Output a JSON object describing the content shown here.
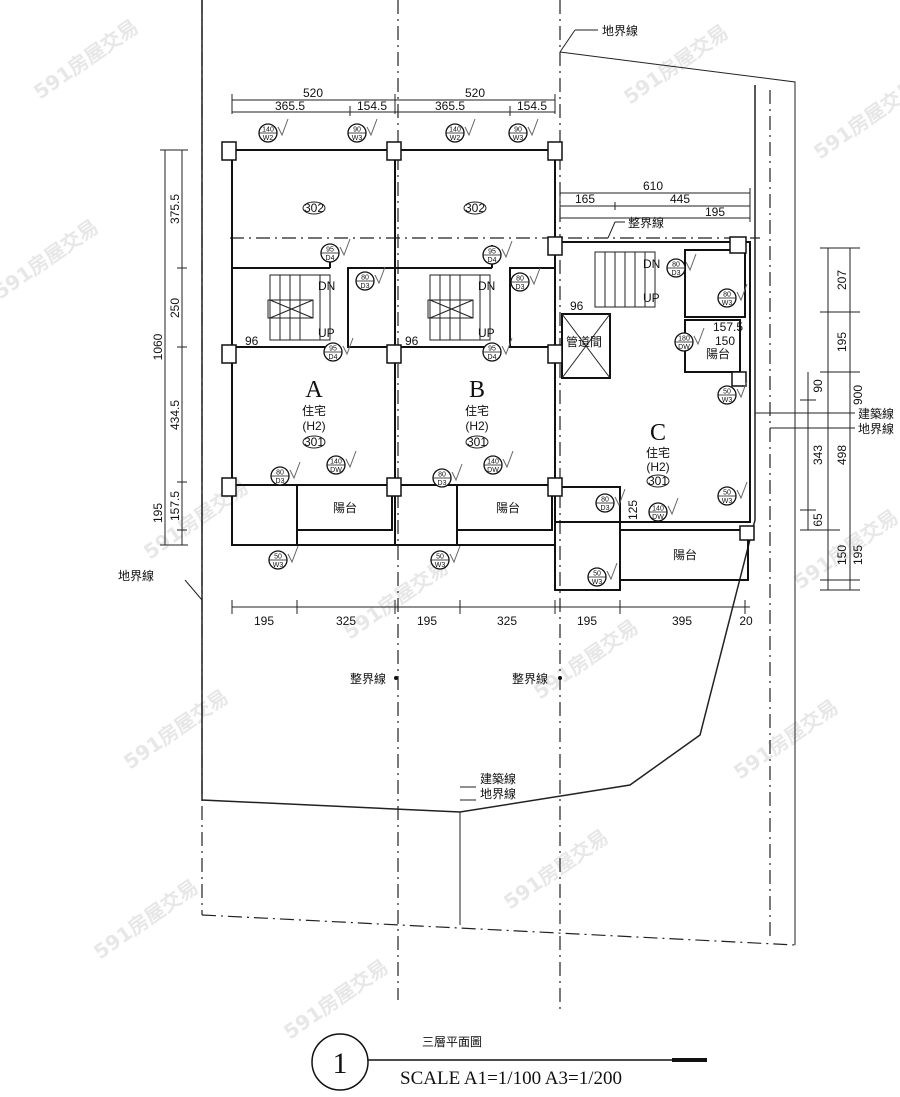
{
  "title": "三層平面圖",
  "drawing_number": "1",
  "scale": "SCALE  A1=1/100  A3=1/200",
  "watermark": "591房屋交易",
  "lines": {
    "lot_line_top": "地界線",
    "lot_line_left": "地界線",
    "adjust_line_c": "整界線",
    "adjust_line_1": "整界線",
    "adjust_line_2": "整界線",
    "building_line_right": "建築線",
    "lot_line_right": "地界線",
    "building_line_bottom": "建築線",
    "lot_line_bottom": "地界線"
  },
  "units": [
    {
      "letter": "A",
      "use": "住宅",
      "code": "(H2)",
      "room": "301",
      "rear_room": "302",
      "balcony": "陽台"
    },
    {
      "letter": "B",
      "use": "住宅",
      "code": "(H2)",
      "room": "301",
      "rear_room": "302",
      "balcony": "陽台"
    },
    {
      "letter": "C",
      "use": "住宅",
      "code": "(H2)",
      "room": "301",
      "balcony": "陽台",
      "small_balcony": "陽台"
    }
  ],
  "shaft": "管道間",
  "stairs": {
    "dn": "DN",
    "up": "UP",
    "landing": "96"
  },
  "dimensions": {
    "top_a": [
      "520",
      "365.5",
      "154.5"
    ],
    "top_b": [
      "520",
      "365.5",
      "154.5"
    ],
    "top_c": [
      "610",
      "165",
      "445",
      "195"
    ],
    "left_total": "1060",
    "left": [
      "375.5",
      "250",
      "434.5",
      "195",
      "157.5"
    ],
    "bottom": [
      "195",
      "325",
      "195",
      "325",
      "195",
      "395",
      "20"
    ],
    "right_c_inner": [
      "157.5",
      "150",
      "125"
    ],
    "right": [
      "207",
      "195",
      "900",
      "90",
      "343",
      "498",
      "65",
      "150",
      "195"
    ]
  },
  "tags": [
    [
      "140",
      "W2"
    ],
    [
      "90",
      "W3"
    ],
    [
      "95",
      "D4"
    ],
    [
      "80",
      "D3"
    ],
    [
      "95",
      "D4"
    ],
    [
      "140",
      "DW"
    ],
    [
      "80",
      "D3"
    ],
    [
      "50",
      "W3"
    ],
    [
      "140",
      "W2"
    ],
    [
      "90",
      "W3"
    ],
    [
      "95",
      "D4"
    ],
    [
      "80",
      "D3"
    ],
    [
      "95",
      "D4"
    ],
    [
      "140",
      "DW"
    ],
    [
      "80",
      "D3"
    ],
    [
      "50",
      "W3"
    ],
    [
      "80",
      "D3"
    ],
    [
      "80",
      "W3"
    ],
    [
      "180",
      "DW"
    ],
    [
      "50",
      "W3"
    ],
    [
      "50",
      "W3"
    ],
    [
      "80",
      "D3"
    ],
    [
      "140",
      "DW"
    ],
    [
      "50",
      "W3"
    ]
  ]
}
